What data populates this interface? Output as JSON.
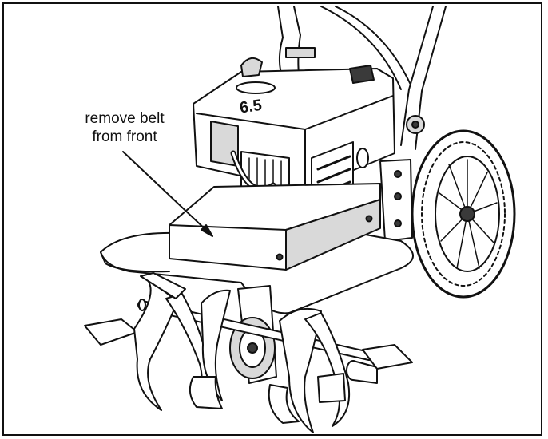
{
  "callout": {
    "line1": "remove belt",
    "line2": "from front"
  },
  "engine": {
    "badge_text": "6.5"
  },
  "colors": {
    "line": "#111111",
    "fill": "#ffffff",
    "shade": "#d9d9d9",
    "dark": "#3a3a3a"
  }
}
